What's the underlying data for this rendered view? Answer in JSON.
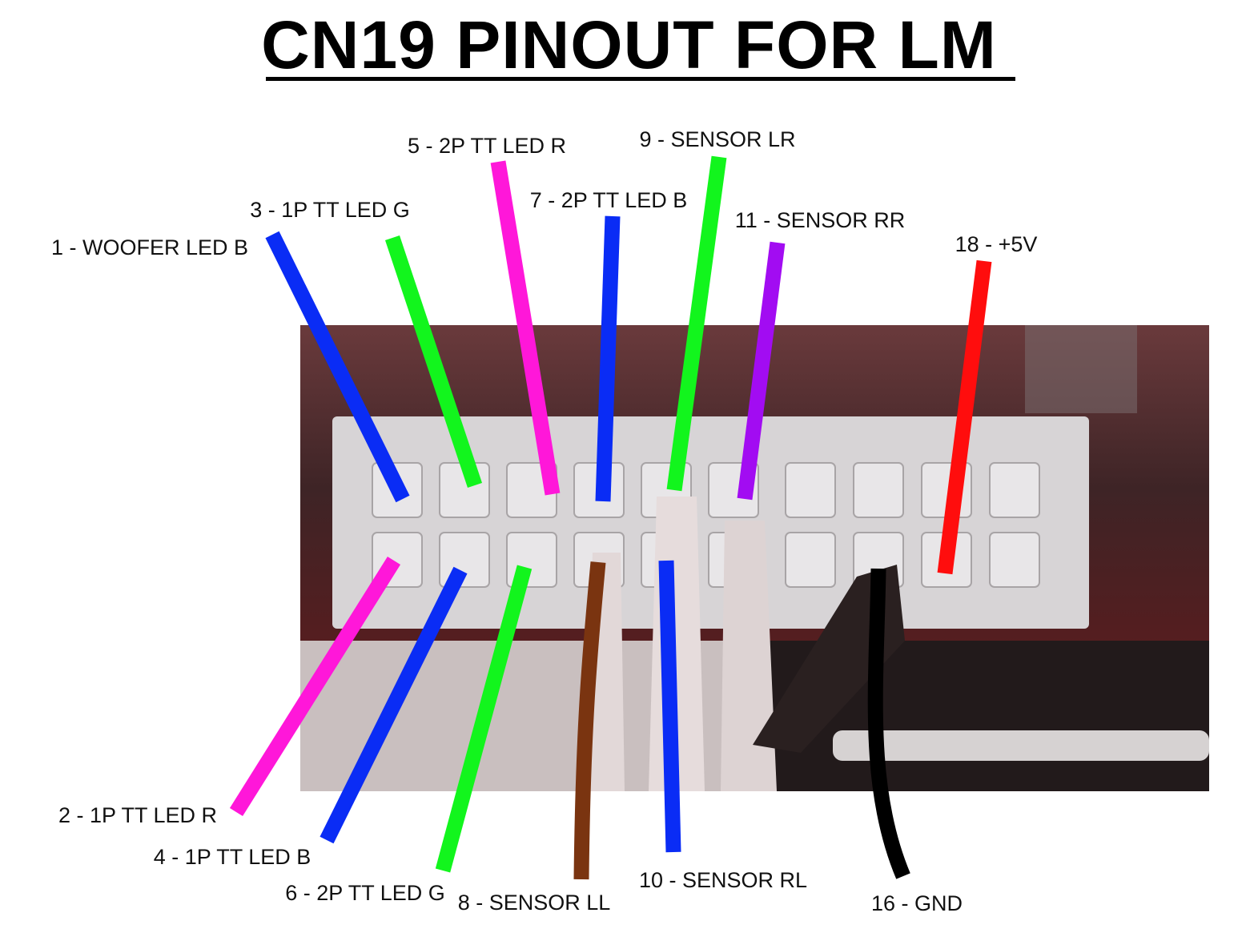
{
  "title": "CN19 PINOUT FOR LM",
  "pins": [
    {
      "label": "1 - WOOFER LED B",
      "color": "#0a2cf5"
    },
    {
      "label": "3 - 1P TT LED G",
      "color": "#12f51d"
    },
    {
      "label": "5 - 2P TT LED R",
      "color": "#ff17d9"
    },
    {
      "label": "7 - 2P TT LED B",
      "color": "#0a2cf5"
    },
    {
      "label": "9 - SENSOR LR",
      "color": "#12f51d"
    },
    {
      "label": "11 - SENSOR RR",
      "color": "#a20cf2"
    },
    {
      "label": "18 - +5V",
      "color": "#ff0d0d"
    },
    {
      "label": "2 - 1P TT LED R",
      "color": "#ff17d9"
    },
    {
      "label": "4 - 1P TT LED B",
      "color": "#0a2cf5"
    },
    {
      "label": "6 - 2P TT LED G",
      "color": "#12f51d"
    },
    {
      "label": "8 - SENSOR LL",
      "color": "#7a3410"
    },
    {
      "label": "10 - SENSOR RL",
      "color": "#0a2cf5"
    },
    {
      "label": "16 - GND",
      "color": "#000000"
    }
  ]
}
